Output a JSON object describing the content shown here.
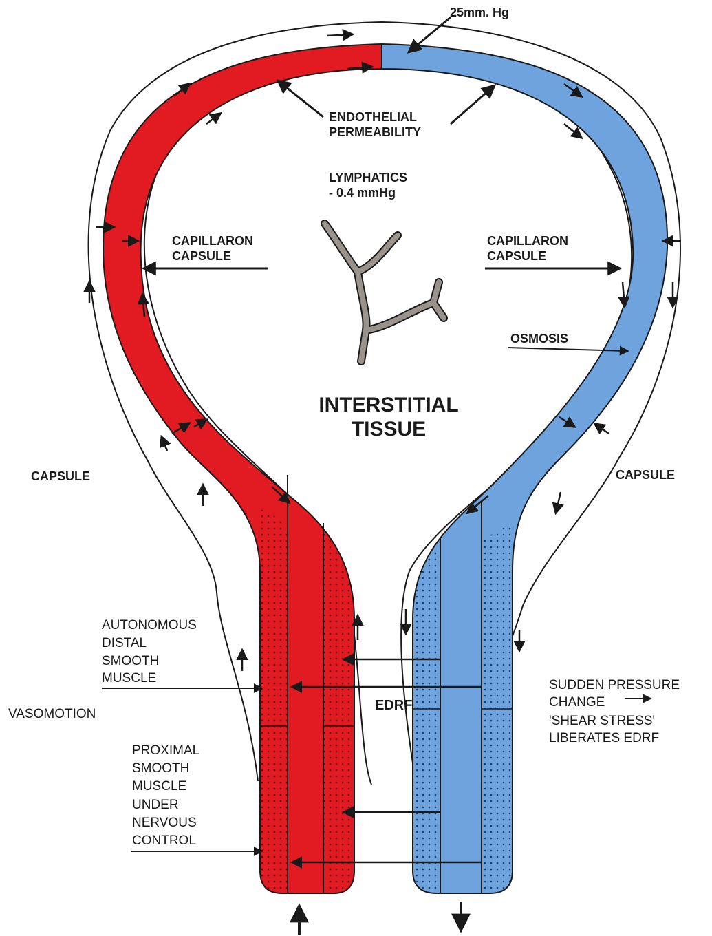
{
  "labels": {
    "pressure_top": "25mm. Hg",
    "endothelial_permeability": "ENDOTHELIAL\nPERMEABILITY",
    "lymphatics": "LYMPHATICS\n- 0.4 mmHg",
    "capillaron_capsule_left": "CAPILLARON\nCAPSULE",
    "capillaron_capsule_right": "CAPILLARON\nCAPSULE",
    "osmosis": "OSMOSIS",
    "interstitial_tissue": "INTERSTITIAL\nTISSUE",
    "capsule_left": "CAPSULE",
    "capsule_right": "CAPSULE",
    "autonomous_distal": "AUTONOMOUS\nDISTAL\nSMOOTH\nMUSCLE",
    "vasomotion": "VASOMOTION",
    "proximal_smooth": "PROXIMAL\nSMOOTH\nMUSCLE\nUNDER\nNERVOUS\nCONTROL",
    "edrf": "EDRF",
    "sudden_pressure": "SUDDEN PRESSURE\nCHANGE",
    "shear_stress": "'SHEAR STRESS'\nLIBERATES EDRF"
  },
  "colors": {
    "arterial": "#e21b23",
    "venous": "#6ea3dd",
    "lymphatic": "#9a938c",
    "ink": "#1a1a1a"
  }
}
